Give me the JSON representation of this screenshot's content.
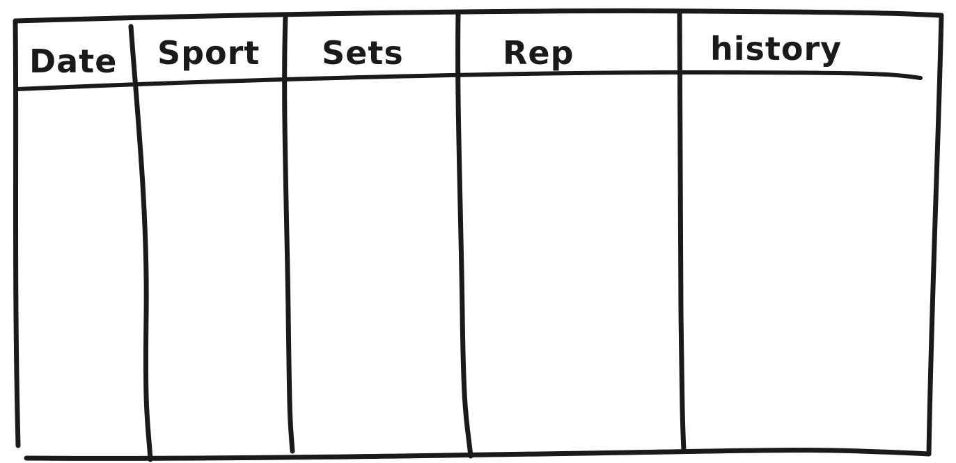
{
  "table": {
    "columns": [
      {
        "key": "date",
        "label": "Date"
      },
      {
        "key": "sport",
        "label": "Sport"
      },
      {
        "key": "sets",
        "label": "Sets"
      },
      {
        "key": "rep",
        "label": "Rep"
      },
      {
        "key": "history",
        "label": "history"
      }
    ],
    "rows": []
  },
  "colors": {
    "ink": "#1a1a1a",
    "paper": "#ffffff"
  }
}
